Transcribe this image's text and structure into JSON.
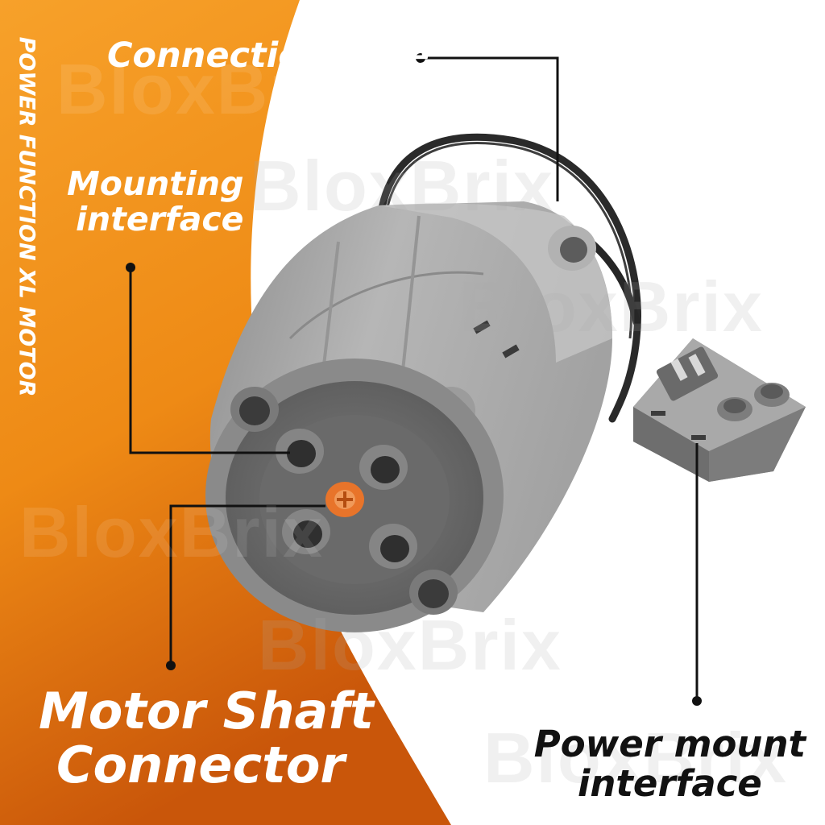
{
  "product": {
    "side_title": "POWER FUNCTION XL MOTOR"
  },
  "callouts": {
    "connection_wire": "Connection Wire",
    "mounting_line1": "Mounting",
    "mounting_line2": "interface",
    "motor_shaft_line1": "Motor Shaft",
    "motor_shaft_line2": "Connector",
    "power_mount_line1": "Power mount",
    "power_mount_line2": "interface"
  },
  "watermark": {
    "text": "BloxBrix"
  },
  "colors": {
    "orange_light": "#f2961c",
    "orange_dark": "#cc5a08",
    "motor_body": "#a6a6a6",
    "motor_dark": "#6f6f6f",
    "shaft_orange": "#e8742a",
    "cable": "#262626",
    "callout_line": "#111111"
  }
}
